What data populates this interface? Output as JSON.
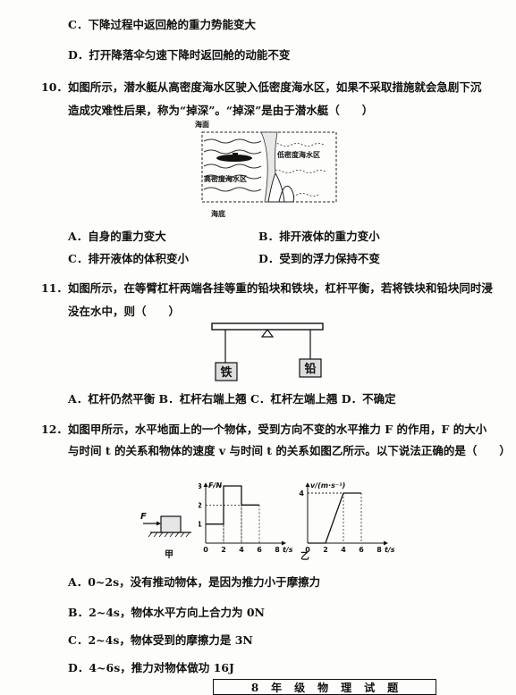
{
  "q9": {
    "option_c": "C．下降过程中返回舱的重力势能变大",
    "option_d": "D．打开降落伞匀速下降时返回舱的动能不变"
  },
  "q10": {
    "stem_line1": "10．如图所示，潜水艇从高密度海水区驶入低密度海水区，如果不采取措施就会急剧下沉",
    "stem_line2": "造成灾难性后果，称为“掉深”。“掉深”是由于潜水艇（　　）",
    "figure": {
      "label_surface": "海面",
      "label_low": "低密度海水区",
      "label_high": "高密度海水区",
      "label_seabed": "海底"
    },
    "option_a": "A．自身的重力变大",
    "option_b": "B．排开液体的重力变小",
    "option_c": "C．排开液体的体积变小",
    "option_d": "D．受到的浮力保持不变"
  },
  "q11": {
    "stem_line1": "11．如图所示，在等臂杠杆两端各挂等重的铅块和铁块，杠杆平衡，若将铁块和铅块同时浸",
    "stem_line2": "没在水中，则（　　）",
    "figure": {
      "block_left": "铁",
      "block_right": "铅"
    },
    "options": "A．杠杆仍然平衡 B．杠杆右端上翘 C．杠杆左端上翘 D．不确定"
  },
  "q12": {
    "stem_line1": "12．如图甲所示，水平地面上的一个物体，受到方向不变的水平推力 F 的作用，F 的大小",
    "stem_line2": "与时间 t 的关系和物体的速度 v 与时间 t 的关系如图乙所示。以下说法正确的是（　　）",
    "figure": {
      "force_label": "F",
      "caption_left": "甲",
      "caption_right": "乙"
    },
    "option_a": "A．0~2s，没有推动物体，是因为推力小于摩擦力",
    "option_b": "B．2~4s，物体水平方向上合力为 0N",
    "option_c": "C．2~4s，物体受到的摩擦力是 3N",
    "option_d": "D．4~6s，推力对物体做功 16J"
  },
  "footer": "8年级物理试题",
  "chart_data": [
    {
      "type": "line",
      "ylabel": "F/N",
      "xlabel": "t/s",
      "x_ticks": [
        0,
        2,
        4,
        6,
        8
      ],
      "y_ticks": [
        1,
        2,
        3
      ],
      "xlim": [
        0,
        8
      ],
      "ylim": [
        0,
        3
      ],
      "series": [
        {
          "x": [
            0,
            2,
            2,
            4,
            4,
            6
          ],
          "y": [
            1,
            1,
            3,
            3,
            2,
            2
          ]
        }
      ]
    },
    {
      "type": "line",
      "ylabel": "v/(m·s⁻¹)",
      "xlabel": "t/s",
      "x_ticks": [
        0,
        2,
        4,
        6,
        8
      ],
      "y_ticks": [
        4
      ],
      "xlim": [
        0,
        8
      ],
      "ylim": [
        0,
        4
      ],
      "series": [
        {
          "x": [
            0,
            2,
            4,
            6
          ],
          "y": [
            0,
            0,
            4,
            4
          ]
        }
      ]
    }
  ]
}
